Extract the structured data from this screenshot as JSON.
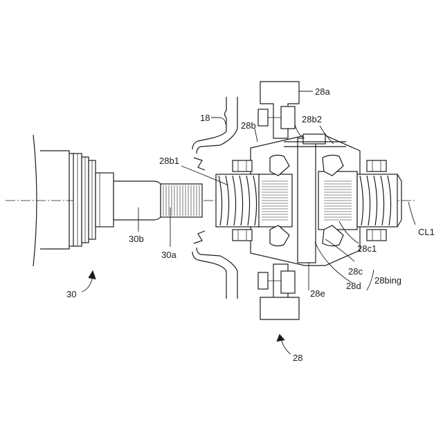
{
  "figure": {
    "labels": {
      "l18": "18",
      "l28a": "28a",
      "l28b": "28b",
      "l28b2": "28b2",
      "l28b1": "28b1",
      "l30b": "30b",
      "l30a": "30a",
      "l30": "30",
      "lCL1": "CL1",
      "l28c1": "28c1",
      "l28c": "28c",
      "l28d": "28d",
      "l28bing": "28bing",
      "l28e": "28e",
      "l28": "28"
    }
  },
  "colors": {
    "line": "#1a1a1a",
    "background": "#ffffff"
  }
}
